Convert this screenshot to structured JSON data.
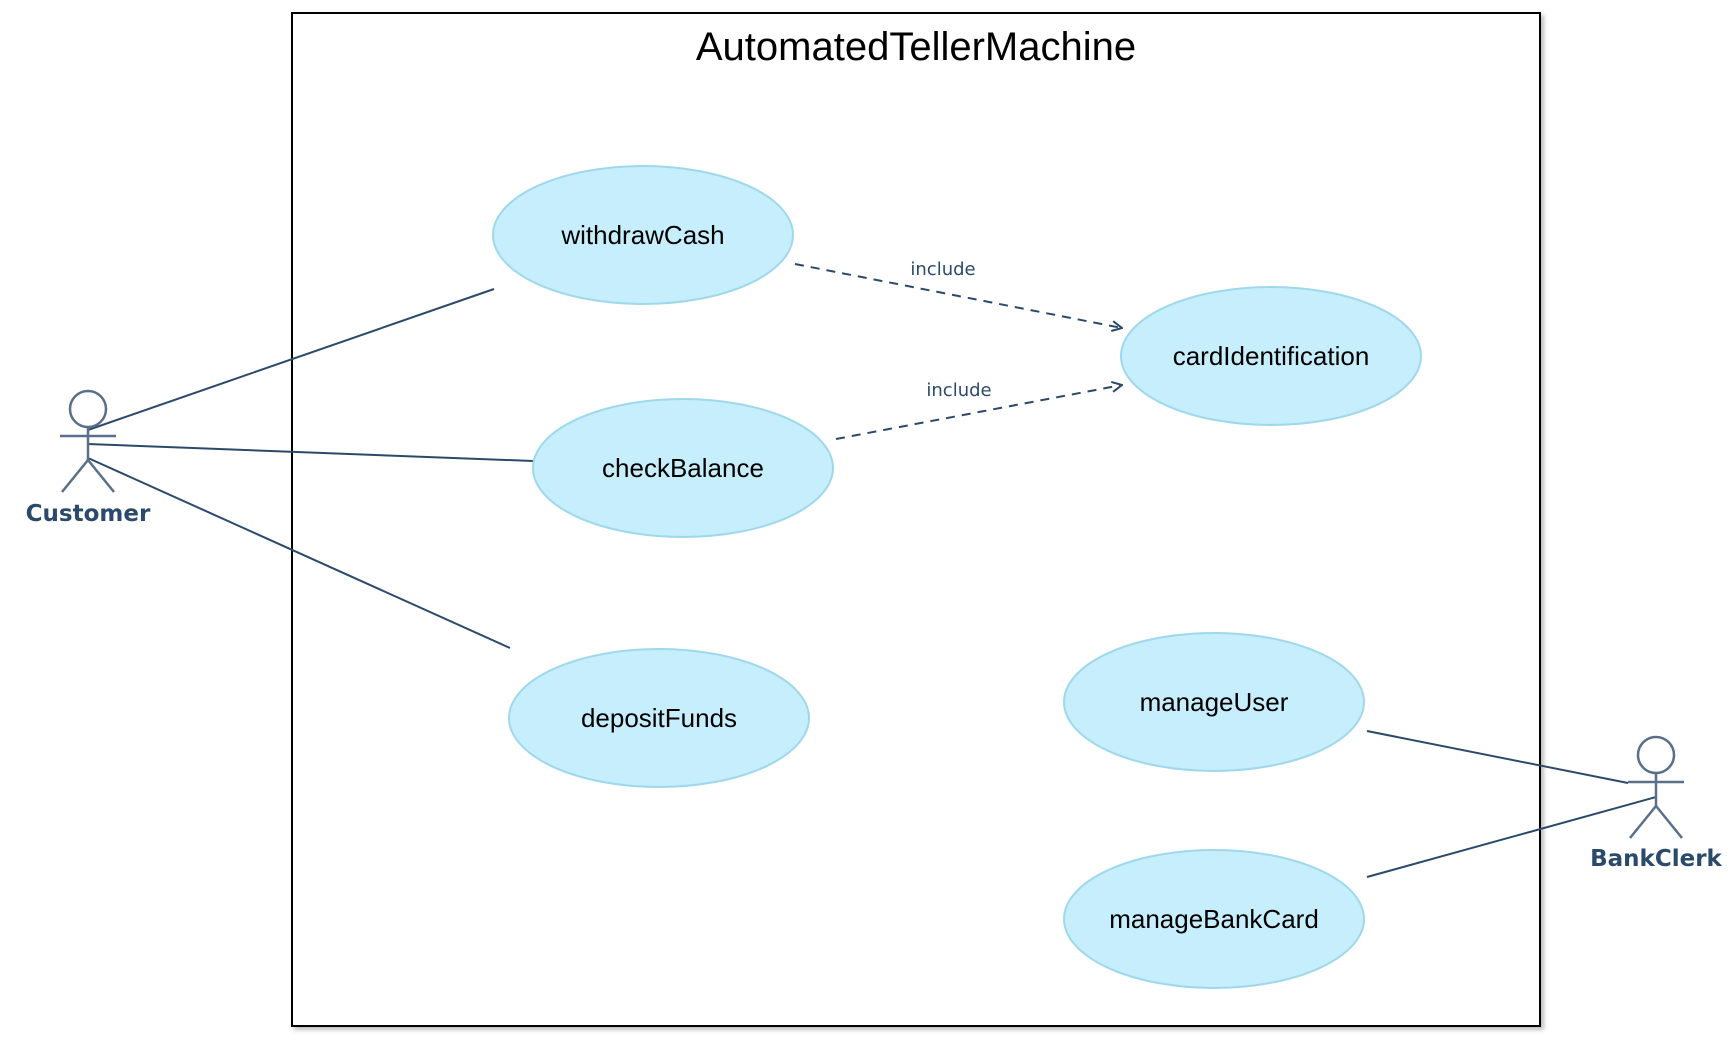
{
  "system": {
    "title": "AutomatedTellerMachine"
  },
  "actors": [
    {
      "id": "customer",
      "label": "Customer"
    },
    {
      "id": "bankclerk",
      "label": "BankClerk"
    }
  ],
  "use_cases": [
    {
      "id": "withdrawCash",
      "label": "withdrawCash"
    },
    {
      "id": "checkBalance",
      "label": "checkBalance"
    },
    {
      "id": "depositFunds",
      "label": "depositFunds"
    },
    {
      "id": "cardIdentification",
      "label": "cardIdentification"
    },
    {
      "id": "manageUser",
      "label": "manageUser"
    },
    {
      "id": "manageBankCard",
      "label": "manageBankCard"
    }
  ],
  "associations": [
    {
      "from": "customer",
      "to": "withdrawCash"
    },
    {
      "from": "customer",
      "to": "checkBalance"
    },
    {
      "from": "customer",
      "to": "depositFunds"
    },
    {
      "from": "bankclerk",
      "to": "manageUser"
    },
    {
      "from": "bankclerk",
      "to": "manageBankCard"
    }
  ],
  "includes": [
    {
      "from": "withdrawCash",
      "to": "cardIdentification",
      "label": "include"
    },
    {
      "from": "checkBalance",
      "to": "cardIdentification",
      "label": "include"
    }
  ],
  "colors": {
    "use_case_fill": "#c6eefc",
    "use_case_stroke": "#9fd8ec",
    "line": "#2b4a6b",
    "actor_stroke": "#5a6f8a",
    "actor_label": "#2b4a6b",
    "frame": "#000000"
  }
}
